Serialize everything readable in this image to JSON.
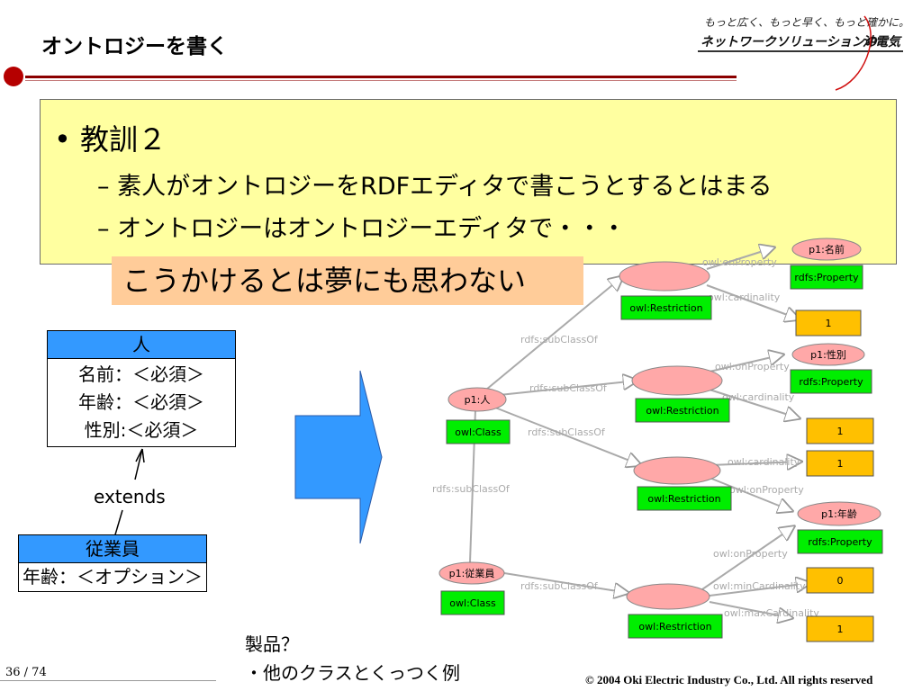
{
  "slide": {
    "title": "オントロジーを書く",
    "brand_tagline": "もっと広く、もっと早く、もっと確かに。",
    "brand_name": "ネットワークソリューションの",
    "brand_company": "沖電気",
    "page_number": "36 / 74",
    "copyright": "© 2004 Oki Electric Industry Co., Ltd. All rights reserved"
  },
  "bullets": {
    "main": "•  教訓２",
    "sub1": "–  素人がオントロジーをRDFエディタで書こうとするとはまる",
    "sub2": "–  オントロジーはオントロジーエディタで・・・"
  },
  "callout": "こうかけるとは夢にも思わない",
  "uml": {
    "parent": {
      "name": "人",
      "attrs": [
        "名前：＜必須＞",
        "年齢：＜必須＞",
        "性別:＜必須＞"
      ]
    },
    "extends_label": "extends",
    "child": {
      "name": "従業員",
      "attr": "年齢：＜オプション＞"
    }
  },
  "note": {
    "line1": "製品？",
    "line2": "・他のクラスとくっつく例"
  },
  "graph": {
    "nodes": {
      "p1_hito": "p1:人",
      "p1_jugyoin": "p1:従業員",
      "p1_namae": "p1:名前",
      "p1_seibetsu": "p1:性別",
      "p1_nenrei": "p1:年齢",
      "owl_class": "owl:Class",
      "owl_restriction": "owl:Restriction",
      "rdfs_property": "rdfs:Property",
      "one": "1",
      "zero": "0"
    },
    "edges": {
      "subclassof": "rdfs:subClassOf",
      "onproperty": "owl:onProperty",
      "cardinality": "owl:cardinality",
      "mincardinality": "owl:minCardinality",
      "maxcardinality": "owl:maxCardinality"
    },
    "colors": {
      "pink": "#ffa8a8",
      "green": "#00ee00",
      "orange": "#ffc000",
      "edge": "#aaaaaa"
    }
  }
}
